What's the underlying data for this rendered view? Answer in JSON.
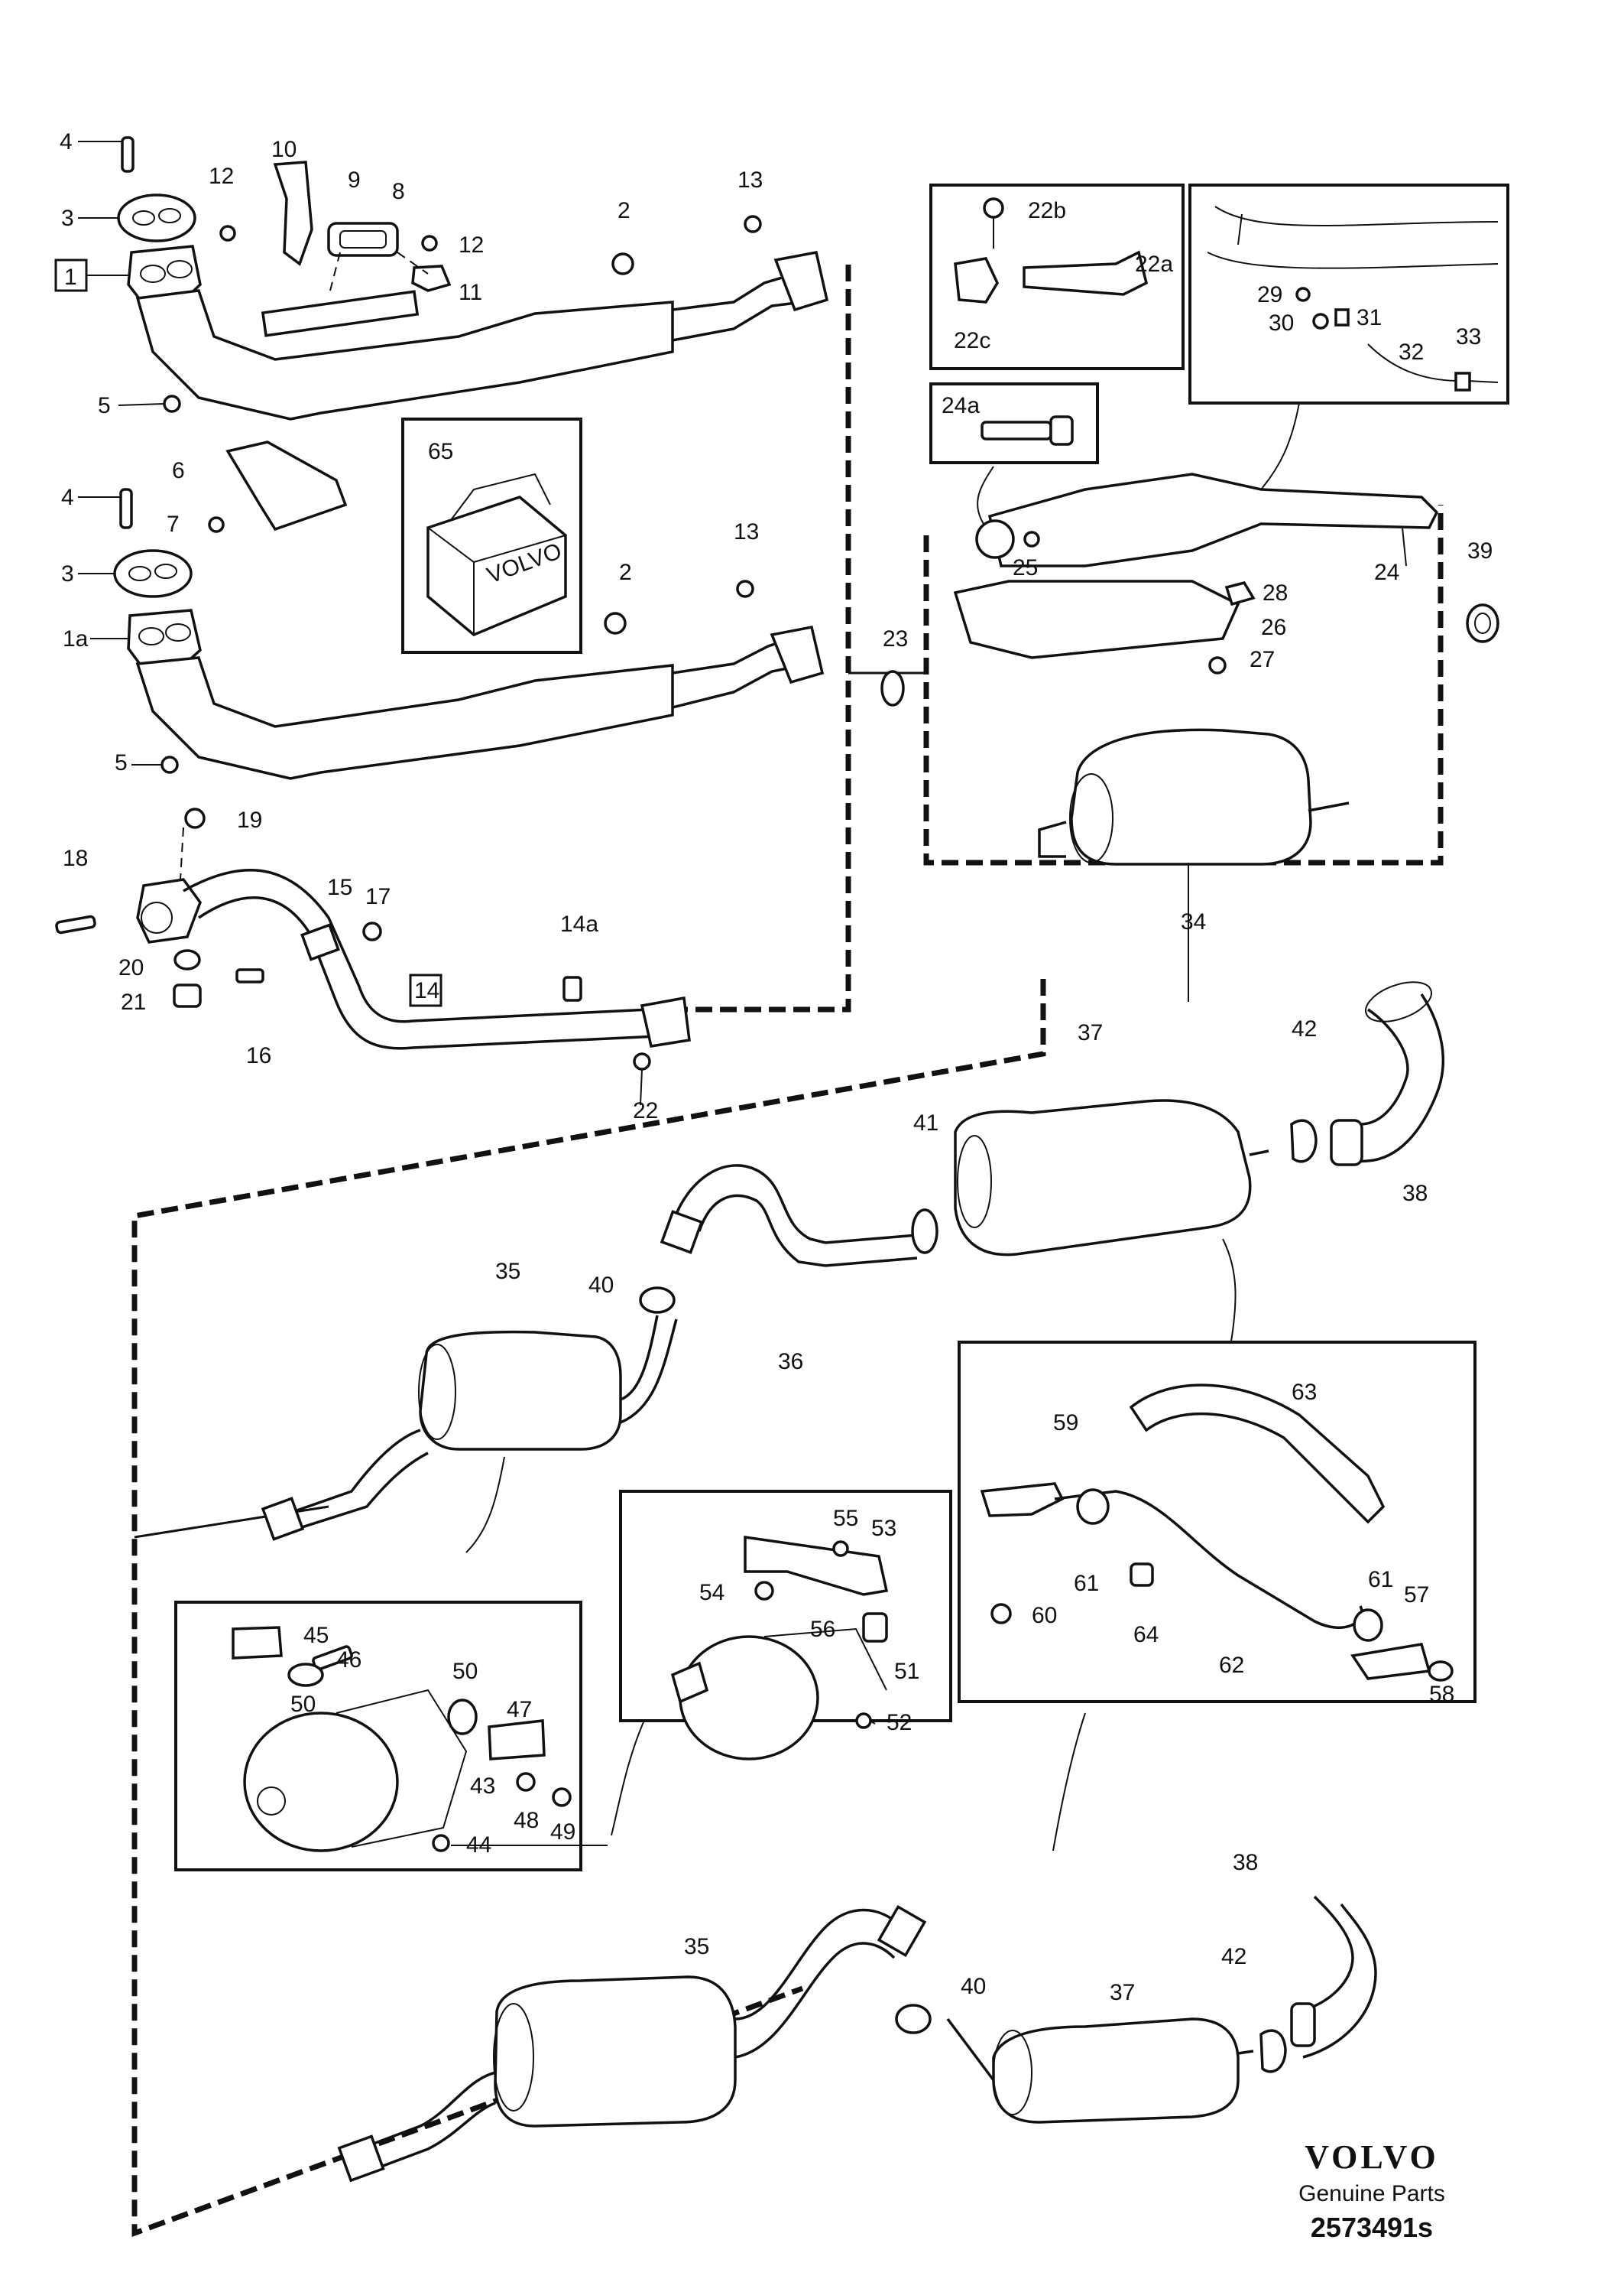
{
  "brand": {
    "logo_text": "VOLVO",
    "subtitle": "Genuine Parts",
    "diagram_number": "2573491s"
  },
  "kit": {
    "box_text": "VOLVO"
  },
  "callouts": [
    {
      "id": "c-4-top",
      "text": "4"
    },
    {
      "id": "c-10",
      "text": "10"
    },
    {
      "id": "c-12-a",
      "text": "12"
    },
    {
      "id": "c-9",
      "text": "9"
    },
    {
      "id": "c-8",
      "text": "8"
    },
    {
      "id": "c-3-top",
      "text": "3"
    },
    {
      "id": "c-12-b",
      "text": "12"
    },
    {
      "id": "c-11",
      "text": "11"
    },
    {
      "id": "c-1",
      "text": "1"
    },
    {
      "id": "c-2-top",
      "text": "2"
    },
    {
      "id": "c-13-top",
      "text": "13"
    },
    {
      "id": "c-5-top",
      "text": "5"
    },
    {
      "id": "c-65",
      "text": "65"
    },
    {
      "id": "c-6",
      "text": "6"
    },
    {
      "id": "c-7",
      "text": "7"
    },
    {
      "id": "c-4-mid",
      "text": "4"
    },
    {
      "id": "c-3-mid",
      "text": "3"
    },
    {
      "id": "c-1a",
      "text": "1a"
    },
    {
      "id": "c-2-mid",
      "text": "2"
    },
    {
      "id": "c-13-mid",
      "text": "13"
    },
    {
      "id": "c-5-mid",
      "text": "5"
    },
    {
      "id": "c-19",
      "text": "19"
    },
    {
      "id": "c-18",
      "text": "18"
    },
    {
      "id": "c-15",
      "text": "15"
    },
    {
      "id": "c-17",
      "text": "17"
    },
    {
      "id": "c-20",
      "text": "20"
    },
    {
      "id": "c-21",
      "text": "21"
    },
    {
      "id": "c-16",
      "text": "16"
    },
    {
      "id": "c-14a",
      "text": "14a"
    },
    {
      "id": "c-14",
      "text": "14"
    },
    {
      "id": "c-22",
      "text": "22"
    },
    {
      "id": "c-23",
      "text": "23"
    },
    {
      "id": "c-22b",
      "text": "22b"
    },
    {
      "id": "c-22a",
      "text": "22a"
    },
    {
      "id": "c-22c",
      "text": "22c"
    },
    {
      "id": "c-29",
      "text": "29"
    },
    {
      "id": "c-30",
      "text": "30"
    },
    {
      "id": "c-31",
      "text": "31"
    },
    {
      "id": "c-32",
      "text": "32"
    },
    {
      "id": "c-33",
      "text": "33"
    },
    {
      "id": "c-24a",
      "text": "24a"
    },
    {
      "id": "c-25",
      "text": "25"
    },
    {
      "id": "c-24",
      "text": "24"
    },
    {
      "id": "c-28",
      "text": "28"
    },
    {
      "id": "c-26",
      "text": "26"
    },
    {
      "id": "c-27",
      "text": "27"
    },
    {
      "id": "c-39",
      "text": "39"
    },
    {
      "id": "c-34",
      "text": "34"
    },
    {
      "id": "c-37-top",
      "text": "37"
    },
    {
      "id": "c-42-top",
      "text": "42"
    },
    {
      "id": "c-38-top",
      "text": "38"
    },
    {
      "id": "c-41",
      "text": "41"
    },
    {
      "id": "c-35-top",
      "text": "35"
    },
    {
      "id": "c-40-top",
      "text": "40"
    },
    {
      "id": "c-36",
      "text": "36"
    },
    {
      "id": "c-63",
      "text": "63"
    },
    {
      "id": "c-59",
      "text": "59"
    },
    {
      "id": "c-61-a",
      "text": "61"
    },
    {
      "id": "c-61-b",
      "text": "61"
    },
    {
      "id": "c-57",
      "text": "57"
    },
    {
      "id": "c-60",
      "text": "60"
    },
    {
      "id": "c-64",
      "text": "64"
    },
    {
      "id": "c-62",
      "text": "62"
    },
    {
      "id": "c-58",
      "text": "58"
    },
    {
      "id": "c-55",
      "text": "55"
    },
    {
      "id": "c-53",
      "text": "53"
    },
    {
      "id": "c-54",
      "text": "54"
    },
    {
      "id": "c-56",
      "text": "56"
    },
    {
      "id": "c-51",
      "text": "51"
    },
    {
      "id": "c-52",
      "text": "52"
    },
    {
      "id": "c-45",
      "text": "45"
    },
    {
      "id": "c-46",
      "text": "46"
    },
    {
      "id": "c-50-a",
      "text": "50"
    },
    {
      "id": "c-50-b",
      "text": "50"
    },
    {
      "id": "c-47",
      "text": "47"
    },
    {
      "id": "c-43",
      "text": "43"
    },
    {
      "id": "c-48",
      "text": "48"
    },
    {
      "id": "c-49",
      "text": "49"
    },
    {
      "id": "c-44",
      "text": "44"
    },
    {
      "id": "c-35-bot",
      "text": "35"
    },
    {
      "id": "c-40-bot",
      "text": "40"
    },
    {
      "id": "c-37-bot",
      "text": "37"
    },
    {
      "id": "c-42-bot",
      "text": "42"
    },
    {
      "id": "c-38-bot",
      "text": "38"
    }
  ]
}
